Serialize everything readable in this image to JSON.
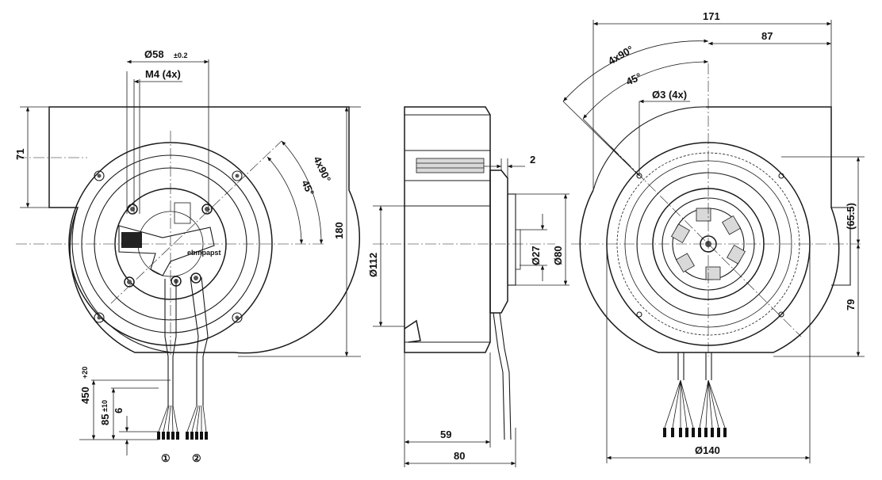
{
  "left_view": {
    "dim_bolt_circle": "Ø58",
    "dim_bolt_circle_tol": "±0.2",
    "dim_thread": "M4 (4x)",
    "dim_height_71": "71",
    "dim_height_180": "180",
    "dim_angle_4x90": "4x90°",
    "dim_angle_45": "45°",
    "dim_cable_450": "450",
    "dim_cable_450_tol": "+20",
    "dim_cable_85": "85",
    "dim_cable_85_tol": "±10",
    "dim_strip_6": "6",
    "cable_label_1": "①",
    "cable_label_2": "②",
    "brand_text": "ebmpapst"
  },
  "side_view": {
    "dim_2": "2",
    "dim_112": "Ø112",
    "dim_27": "Ø27",
    "dim_80_dia": "Ø80",
    "dim_59": "59",
    "dim_80": "80"
  },
  "right_view": {
    "dim_171": "171",
    "dim_87": "87",
    "dim_angle_4x90": "4x90°",
    "dim_angle_45": "45°",
    "dim_holes": "Ø3 (4x)",
    "dim_65_5": "(65.5)",
    "dim_79": "79",
    "dim_140": "Ø140"
  }
}
